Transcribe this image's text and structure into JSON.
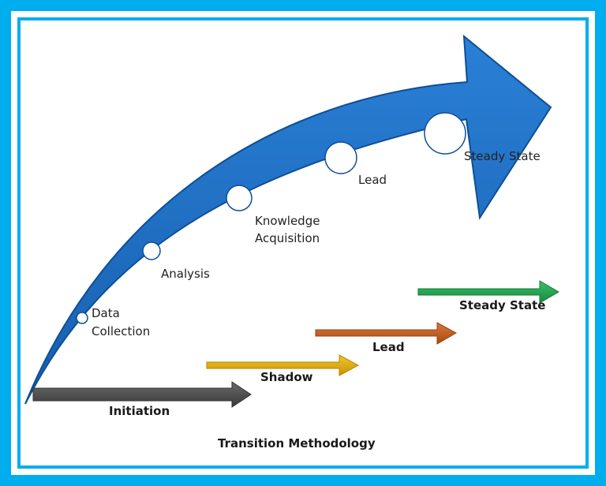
{
  "colors": {
    "frame": "#00aeef",
    "arrow_fill": "#1f6fc4",
    "arrow_stroke": "#0d4f95",
    "initiation": "#4a4a4a",
    "shadow": "#d9a400",
    "lead": "#c0591a",
    "steady": "#1e9e4a"
  },
  "milestones": [
    {
      "label": "Data",
      "label2": "Collection"
    },
    {
      "label": "Analysis",
      "label2": ""
    },
    {
      "label": "Knowledge",
      "label2": "Acquisition"
    },
    {
      "label": "Lead",
      "label2": ""
    },
    {
      "label": "Steady State",
      "label2": ""
    }
  ],
  "steps": [
    {
      "label": "Initiation"
    },
    {
      "label": "Shadow"
    },
    {
      "label": "Lead"
    },
    {
      "label": "Steady State"
    }
  ],
  "caption": "Transition Methodology"
}
